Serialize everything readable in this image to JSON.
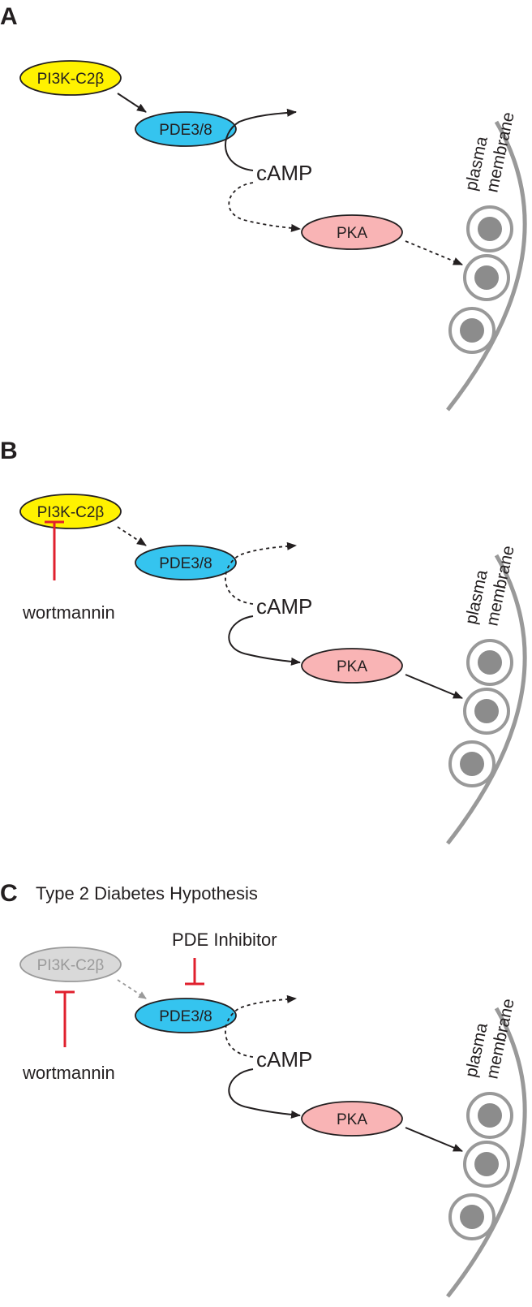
{
  "colors": {
    "pi3k": "#fff200",
    "pi3k_disabled_fill": "#d9d9d9",
    "pi3k_disabled_text": "#9a9a9a",
    "pde": "#35c4ef",
    "pka": "#f9b4b5",
    "inhibitor": "#e0202e",
    "stroke": "#231f20",
    "membrane": "#999999",
    "vesicle_core": "#8c8c8c"
  },
  "panels": [
    {
      "letter": "A",
      "pi3k": "PI3K-C2β",
      "pde": "PDE3/8",
      "camp": "cAMP",
      "pka": "PKA",
      "membrane_line1": "plasma",
      "membrane_line2": "membrane"
    },
    {
      "letter": "B",
      "pi3k": "PI3K-C2β",
      "pde": "PDE3/8",
      "camp": "cAMP",
      "pka": "PKA",
      "inhibitor": "wortmannin",
      "membrane_line1": "plasma",
      "membrane_line2": "membrane"
    },
    {
      "letter": "C",
      "hypothesis": "Type 2 Diabetes Hypothesis",
      "pi3k": "PI3K-C2β",
      "pde": "PDE3/8",
      "camp": "cAMP",
      "pka": "PKA",
      "inhibitor": "wortmannin",
      "pde_inhibitor": "PDE Inhibitor",
      "membrane_line1": "plasma",
      "membrane_line2": "membrane"
    }
  ]
}
